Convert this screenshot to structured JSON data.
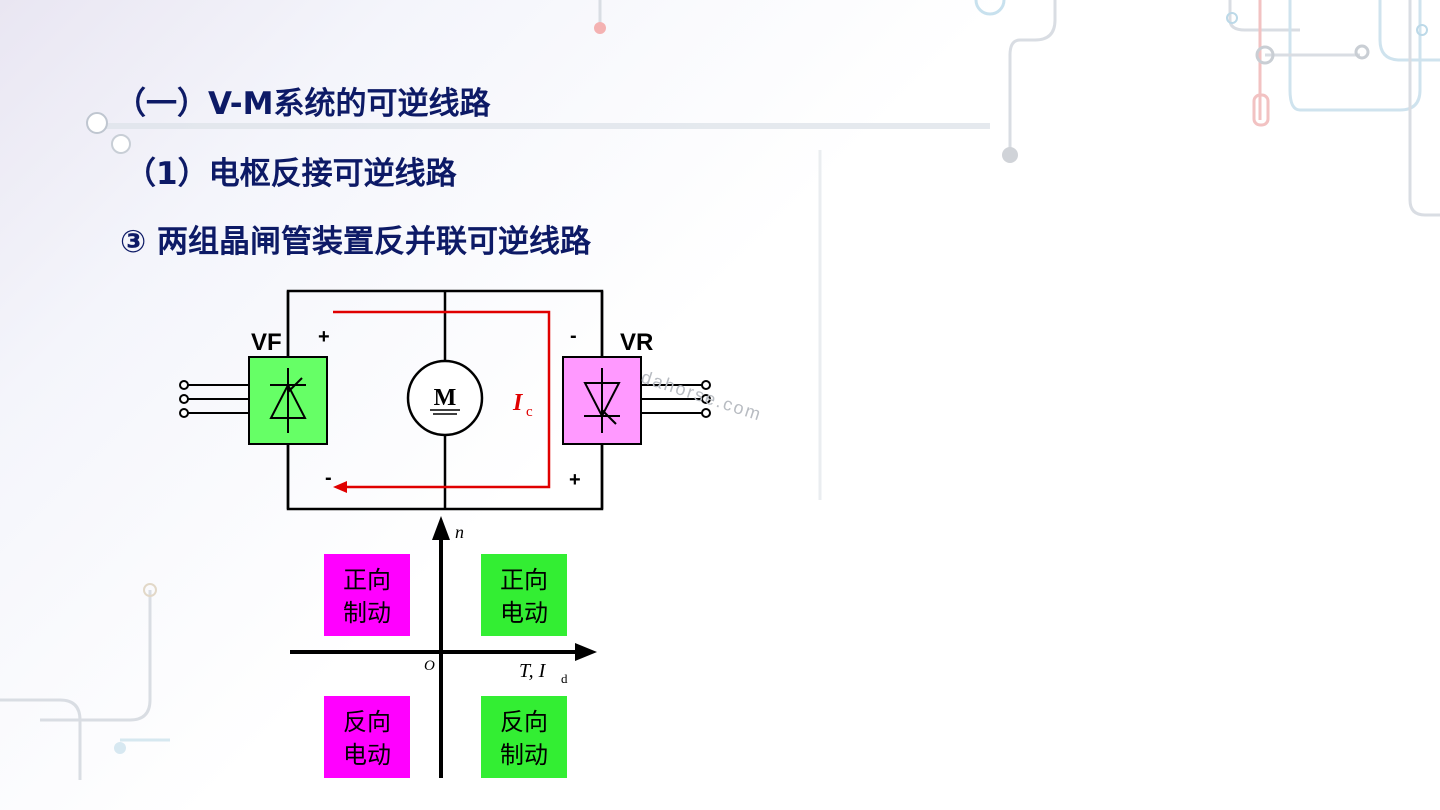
{
  "headings": {
    "h1": "（一）V-M系统的可逆线路",
    "h2": "（1）电枢反接可逆线路",
    "h3": "③ 两组晶闸管装置反并联可逆线路"
  },
  "circuit": {
    "vf_label": "VF",
    "vr_label": "VR",
    "motor_label": "M",
    "current_label": "I",
    "current_sub": "c",
    "vf_top_sign": "+",
    "vf_bottom_sign": "-",
    "vr_top_sign": "-",
    "vr_bottom_sign": "+",
    "watermark": "dahorse.com",
    "colors": {
      "vf": "#66ff66",
      "vr": "#ff99ff",
      "current": "#e00000",
      "wire": "#000000"
    }
  },
  "quadrant": {
    "axis_y": "n",
    "axis_x_main": "T, I",
    "axis_x_sub": "d",
    "origin": "O",
    "q2": [
      "正向",
      "制动"
    ],
    "q1": [
      "正向",
      "电动"
    ],
    "q3": [
      "反向",
      "电动"
    ],
    "q4": [
      "反向",
      "制动"
    ],
    "colors": {
      "magenta": "#ff00ff",
      "green": "#33ee33"
    }
  }
}
